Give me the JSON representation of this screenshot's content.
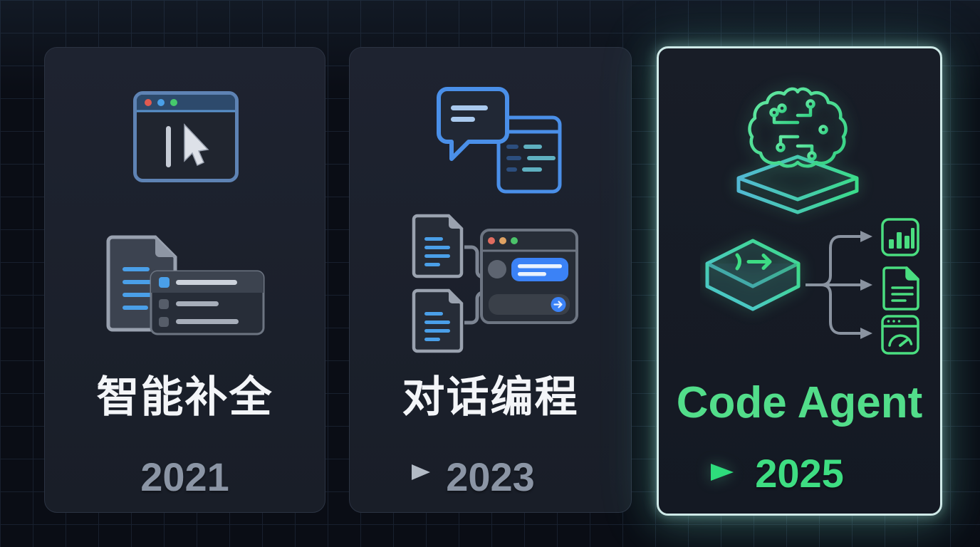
{
  "cards": [
    {
      "id": "smart-completion",
      "title": "智能补全",
      "year": "2021",
      "title_color": "#f3f5f8",
      "year_color": "#8b95a5",
      "icons": [
        "editor-window-cursor-icon",
        "document-autocomplete-icon"
      ],
      "highlighted": false
    },
    {
      "id": "chat-programming",
      "title": "对话编程",
      "year": "2023",
      "title_color": "#f3f5f8",
      "year_color": "#8b95a5",
      "icons": [
        "chat-bubble-code-icon",
        "documents-to-chat-flow-icon"
      ],
      "highlighted": false
    },
    {
      "id": "code-agent",
      "title": "Code Agent",
      "year": "2025",
      "title_color": "#52dd8a",
      "year_color": "#3edd82",
      "icons": [
        "circuit-brain-platform-icon",
        "agent-box-icon",
        "bar-chart-icon",
        "document-icon",
        "gauge-window-icon"
      ],
      "highlighted": true
    }
  ],
  "arrows": [
    {
      "from_year": "2021",
      "to_year": "2023",
      "color": "#9aa3b0",
      "style": "gray"
    },
    {
      "from_year": "2023",
      "to_year": "2025",
      "color": "#2edc7c",
      "style": "green"
    }
  ],
  "colors": {
    "background": "#0a0d15",
    "grid_line": "#18202e",
    "card_background": "#1c212c",
    "card_border": "#2b3342",
    "highlight_border": "#cfeae8",
    "accent_blue": "#4a8fe8",
    "accent_green": "#4ade80",
    "year_gray": "#8b95a5",
    "title_white": "#f3f5f8"
  }
}
